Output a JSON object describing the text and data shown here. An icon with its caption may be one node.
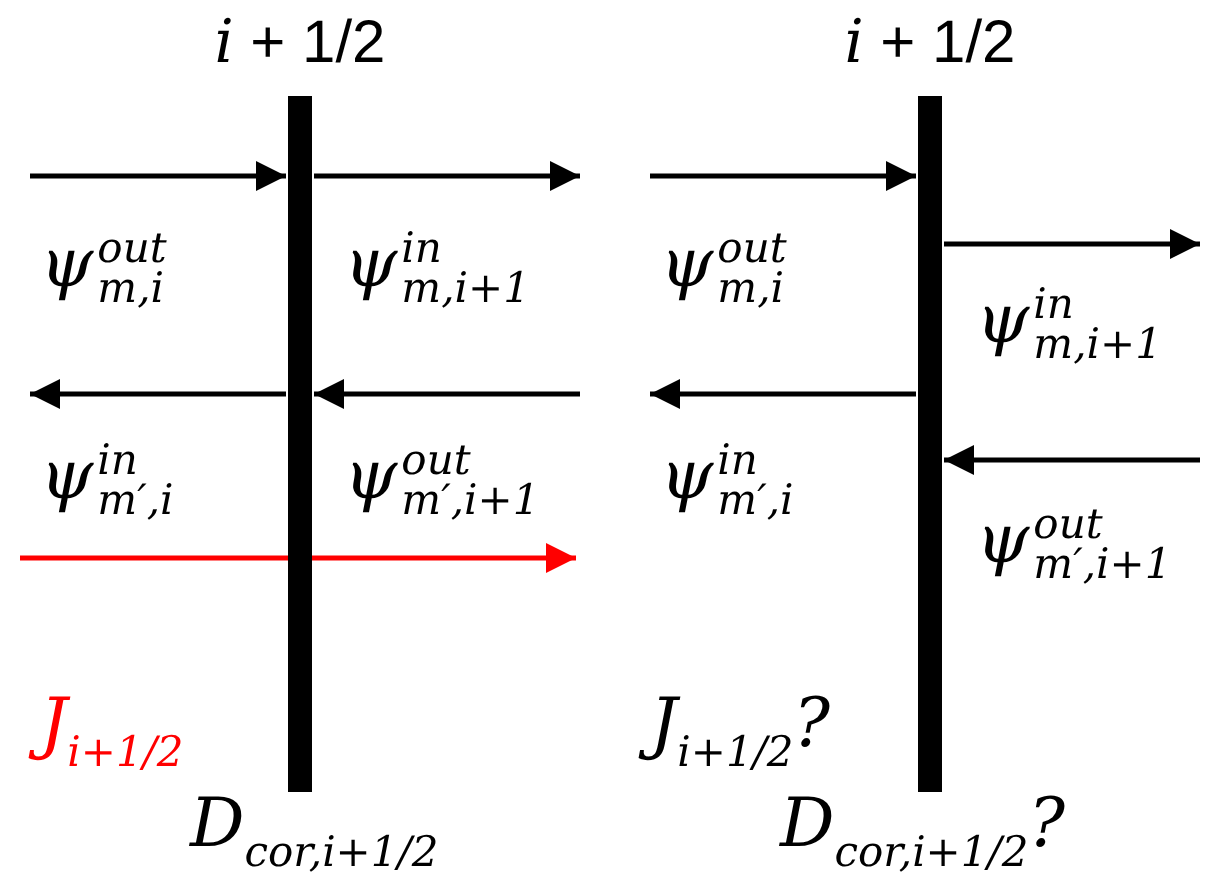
{
  "diagram": {
    "nodes": [
      {
        "text": [
          "*i* + 1/2"
        ]
      },
      {
        "text": [
          "*i* + 1/2"
        ]
      }
    ],
    "edges": [],
    "labels": [
      "ψ$^{out}$$_{m,i}$",
      "ψ$^{in}$$_{m,i+1}$",
      "ψ$^{in}$$_{m′,i}$",
      "ψ$^{out}$$_{m′,i+1}$",
      "J$_{i+1/2}$",
      "D$_{cor,i+1/2}$",
      "ψ$^{out}$$_{m,i}$",
      "ψ$^{in}$$_{m,i+1}$",
      "ψ$^{in}$$_{m′,i}$",
      "ψ$^{out}$$_{m′,i+1}$",
      "J$_{i+1/2}$?",
      "D$_{cor,i+1/2}$?"
    ]
  }
}
